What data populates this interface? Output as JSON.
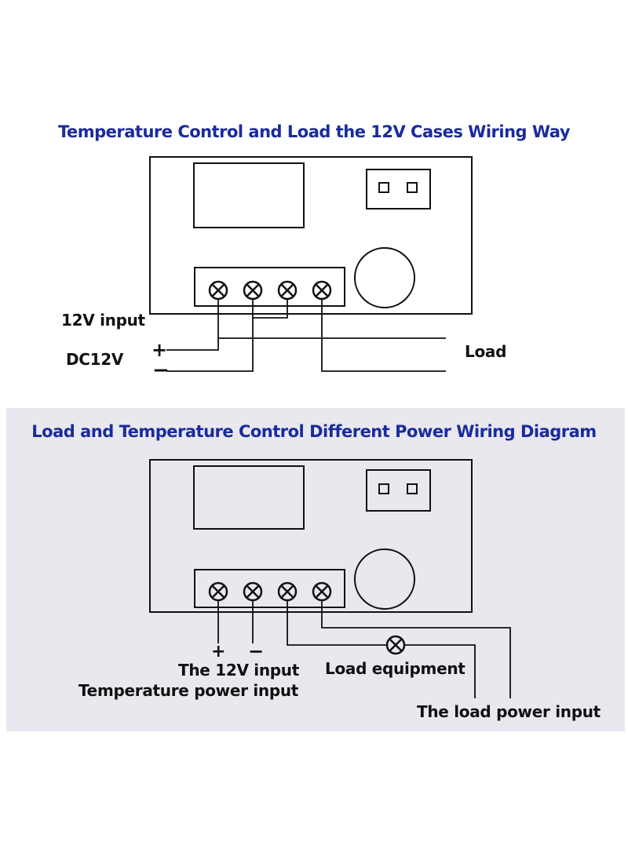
{
  "colors": {
    "title": "#1a2b9c",
    "line": "#111111",
    "bottom_panel_bg": "#e8e8ee",
    "top_panel_bg": "#ffffff"
  },
  "top": {
    "title": "Temperature Control and Load the 12V Cases Wiring Way",
    "input_label": "12V input",
    "dc_label": "DC12V",
    "plus": "+",
    "minus": "−",
    "load_label": "Load"
  },
  "bottom": {
    "title": "Load and Temperature Control Different Power Wiring Diagram",
    "plus": "+",
    "minus": "−",
    "input_label": "The 12V input",
    "temp_power_label": "Temperature power input",
    "load_equipment_label": "Load equipment",
    "load_power_label": "The load power input"
  }
}
